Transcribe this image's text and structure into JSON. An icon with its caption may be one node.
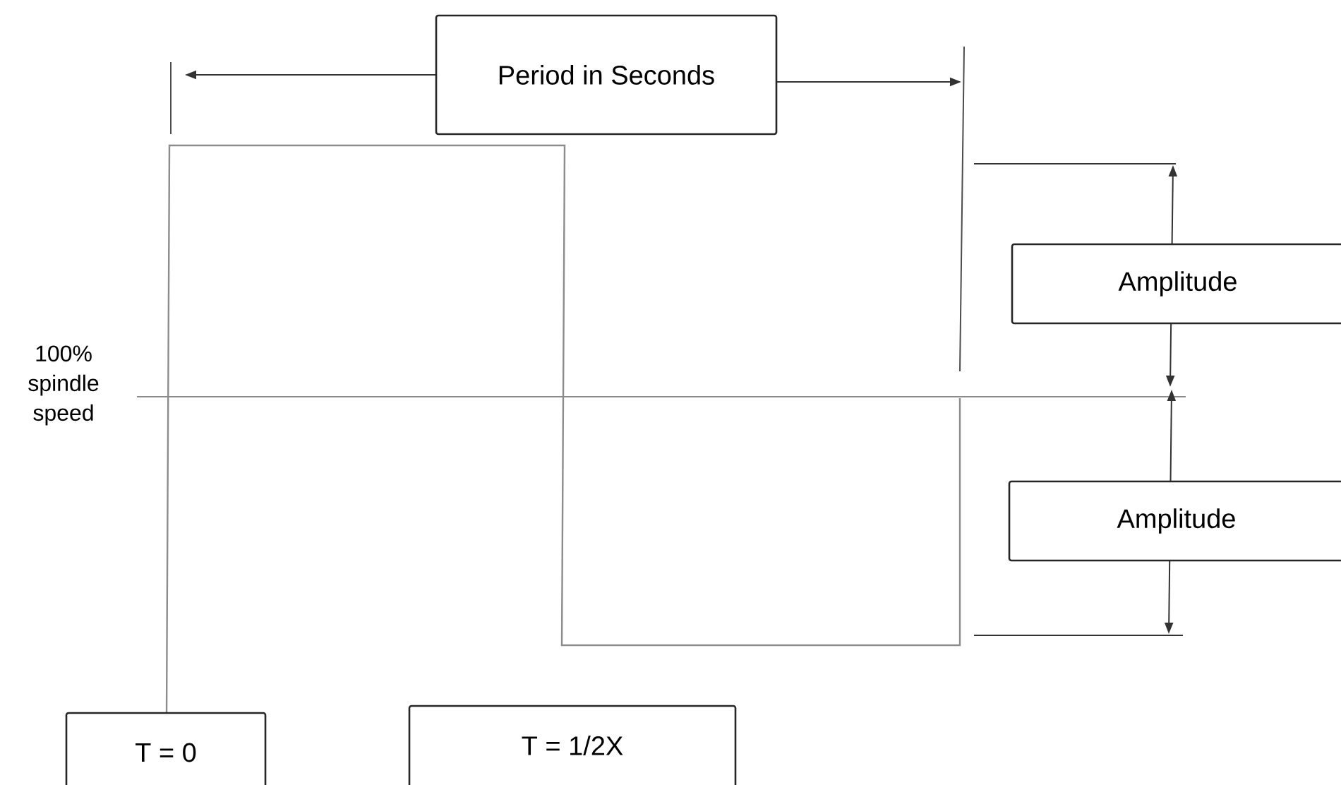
{
  "diagram": {
    "nodes": [
      {
        "text": [
          "Period in Seconds"
        ]
      },
      {
        "text": [
          "Amplitude"
        ]
      },
      {
        "text": [
          "Amplitude"
        ]
      },
      {
        "text": [
          "T = 0"
        ]
      },
      {
        "text": [
          "T = 1/2X"
        ]
      }
    ],
    "labels": [
      "100% spindle speed"
    ]
  }
}
